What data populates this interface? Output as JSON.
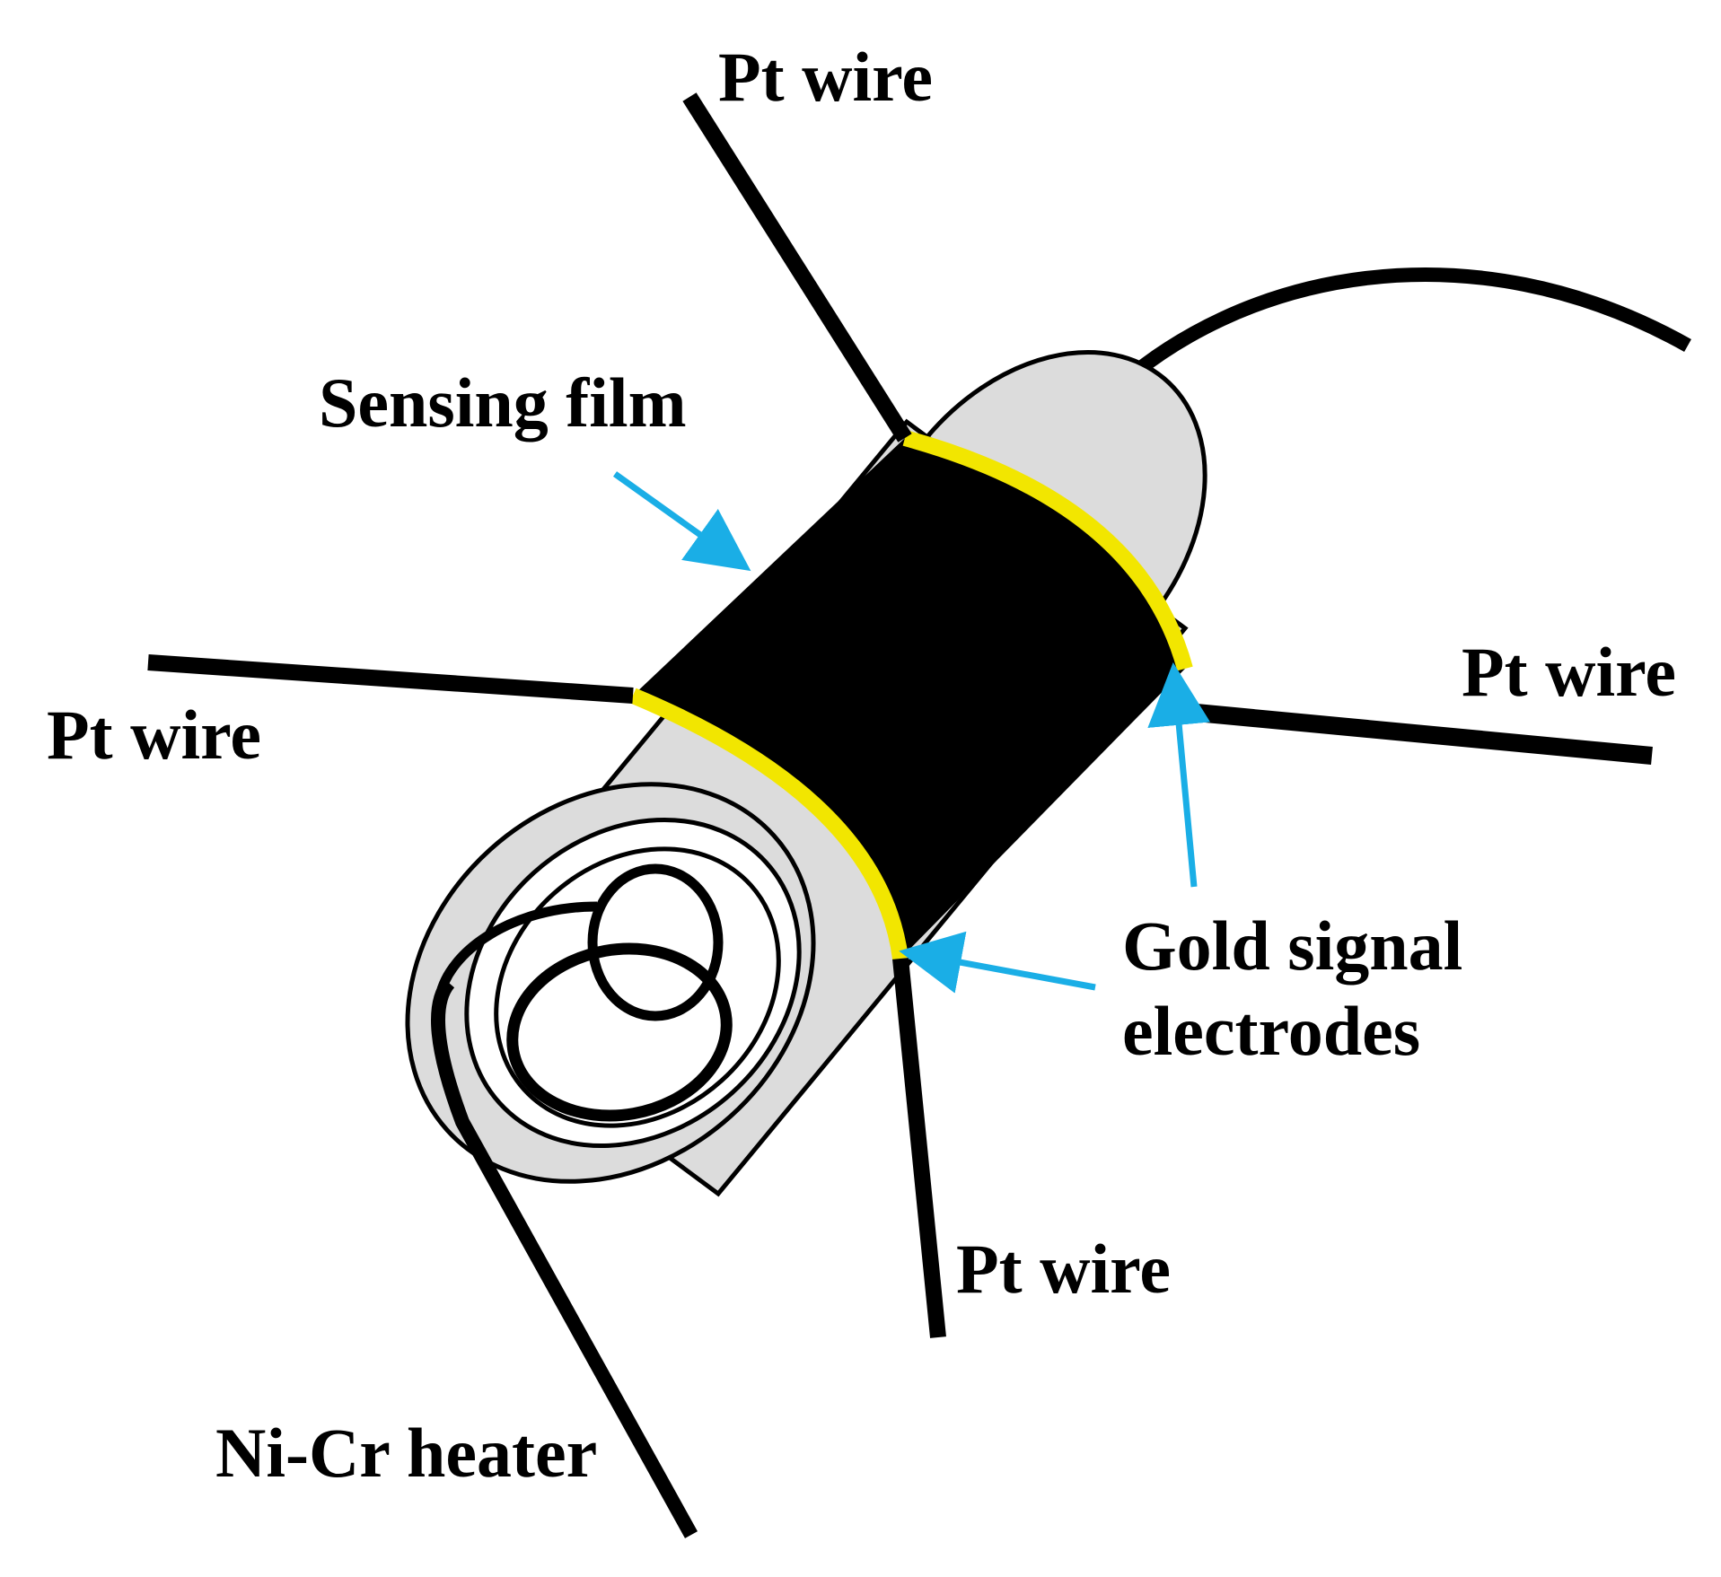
{
  "labels": {
    "pt_wire_top": "Pt wire",
    "pt_wire_left": "Pt wire",
    "pt_wire_right": "Pt wire",
    "pt_wire_bottom": "Pt wire",
    "sensing_film": "Sensing film",
    "gold_line1": "Gold signal",
    "gold_line2": "electrodes",
    "heater": "Ni-Cr heater"
  },
  "colors": {
    "wire": "#000000",
    "ceramic_tube": "#dcdcdc",
    "sensing_film": "#000000",
    "gold_electrode": "#f2e600",
    "arrow": "#1aaee6"
  }
}
